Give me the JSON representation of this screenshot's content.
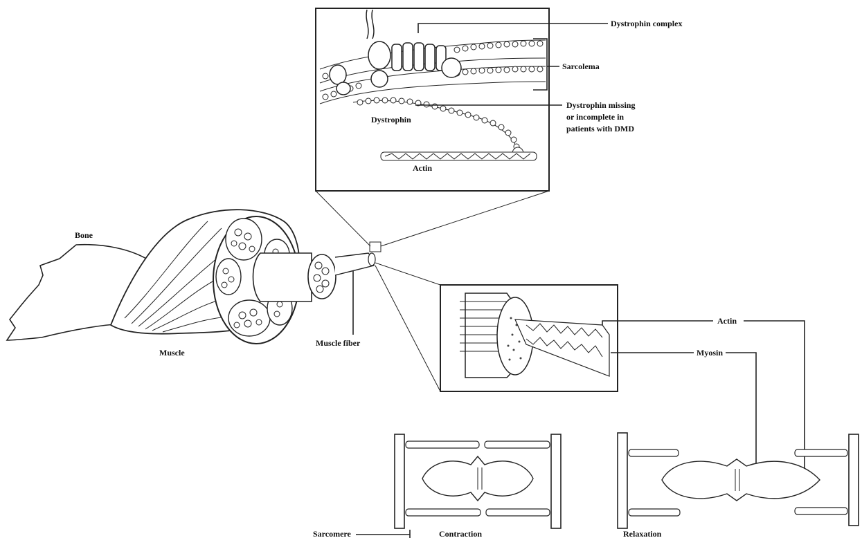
{
  "labels": {
    "dystrophin_complex": "Dystrophin complex",
    "sarcolema": "Sarcolema",
    "dystrophin_missing_1": "Dystrophin missing",
    "dystrophin_missing_2": "or incomplete in",
    "dystrophin_missing_3": "patients with DMD",
    "dystrophin": "Dystrophin",
    "actin_top": "Actin",
    "bone": "Bone",
    "muscle": "Muscle",
    "muscle_fiber": "Muscle fiber",
    "actin_right": "Actin",
    "myosin": "Myosin",
    "sarcomere": "Sarcomere",
    "contraction": "Contraction",
    "relaxation": "Relaxation"
  }
}
